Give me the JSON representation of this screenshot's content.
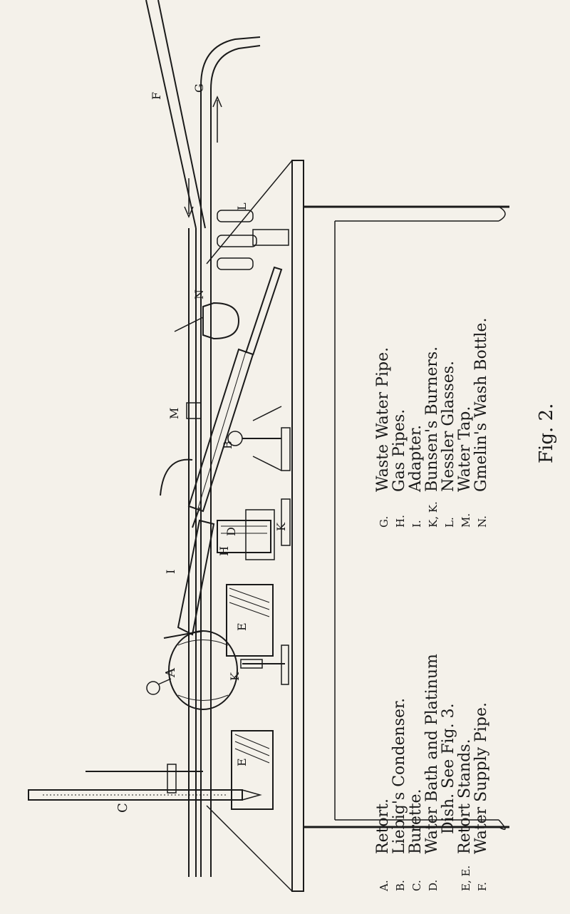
{
  "figure": {
    "label": "Fig. 2."
  },
  "apparatus_letters": {
    "A": "A",
    "B": "B",
    "C": "C",
    "D": "D",
    "E": "E",
    "F": "F",
    "G": "G",
    "H": "H",
    "I": "I",
    "K": "K",
    "L": "L",
    "M": "M",
    "N": "N"
  },
  "legend": {
    "left_column": [
      {
        "key": "A.",
        "text": "Retort."
      },
      {
        "key": "B.",
        "text": "Liebig's Condenser."
      },
      {
        "key": "C.",
        "text": "Burette."
      },
      {
        "key": "D.",
        "text": "Water Bath and Platinum"
      },
      {
        "key": "",
        "text": "Dish.  See Fig. 3."
      },
      {
        "key": "E, E.",
        "text": "Retort Stands."
      },
      {
        "key": "F.",
        "text": "Water Supply Pipe."
      }
    ],
    "right_column": [
      {
        "key": "G.",
        "text": "Waste Water Pipe."
      },
      {
        "key": "H.",
        "text": "Gas Pipes."
      },
      {
        "key": "I.",
        "text": "Adapter."
      },
      {
        "key": "K, K.",
        "text": "Bunsen's Burners."
      },
      {
        "key": "L.",
        "text": "Nessler Glasses."
      },
      {
        "key": "M.",
        "text": "Water Tap."
      },
      {
        "key": "N.",
        "text": "Gmelin's Wash Bottle."
      }
    ]
  }
}
